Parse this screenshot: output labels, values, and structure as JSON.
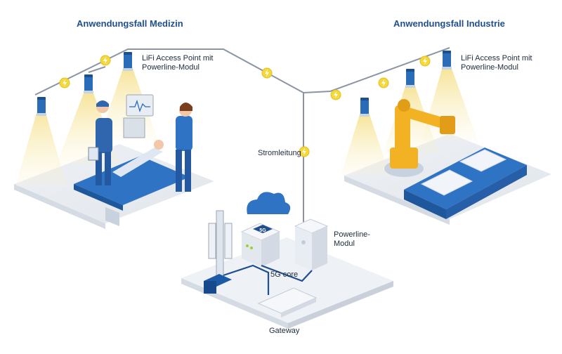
{
  "titles": {
    "medicine": "Anwendungsfall Medizin",
    "industry": "Anwendungsfall Industrie"
  },
  "labels": {
    "lifi_left_line1": "LiFi Access Point mit",
    "lifi_left_line2": "Powerline-Modul",
    "lifi_right_line1": "LiFi Access Point mit",
    "lifi_right_line2": "Powerline-Modul",
    "power_line": "Stromleitung",
    "powerline_module_line1": "Powerline-",
    "powerline_module_line2": "Modul",
    "core_5g": "5G core",
    "gateway": "Gateway",
    "server_badge": "5G"
  },
  "colors": {
    "title": "#1f4f8f",
    "lamp_blue": "#2d6bb5",
    "light_cone": "#f7e9a8",
    "bolt": "#f2d22e",
    "cable": "#8b95a3",
    "platform": "#e9edf2",
    "robot": "#f3b224",
    "conveyor": "#2f73c4"
  },
  "icons": [
    "lamp-icon",
    "bolt-icon",
    "cloud-icon",
    "antenna-icon",
    "robot-arm-icon",
    "server-icon",
    "gateway-icon"
  ]
}
